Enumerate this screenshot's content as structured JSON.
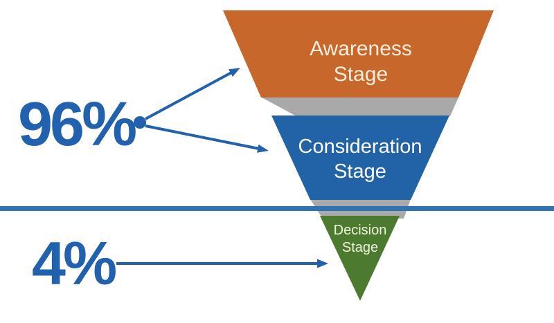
{
  "diagram": {
    "background": "#FFFFFF"
  },
  "labels": {
    "top_percent": "96%",
    "bottom_percent": "4%"
  },
  "funnel": {
    "stages": [
      {
        "id": "awareness",
        "lines": [
          "Awareness",
          "Stage"
        ],
        "color": "#C7672B",
        "text_color": "#F6EFDC"
      },
      {
        "id": "consideration",
        "lines": [
          "Consideration",
          "Stage"
        ],
        "color": "#2263A7",
        "text_color": "#FFFFFF"
      },
      {
        "id": "decision",
        "lines": [
          "Decision",
          "Stage"
        ],
        "color": "#4C7B2F",
        "text_color": "#EFF2DC"
      }
    ],
    "connector_color": "#A9A9A9"
  },
  "divider": {
    "color": "#2E74B5"
  },
  "arrows": {
    "color": "#2161AE"
  }
}
